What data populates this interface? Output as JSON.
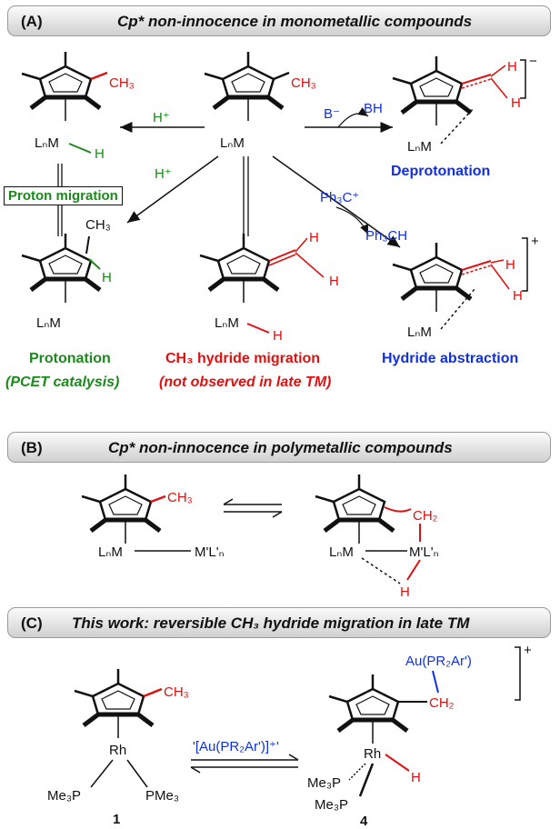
{
  "panelA": {
    "label": "(A)",
    "title": "Cp* non-innocence in monometallic compounds",
    "reagents": {
      "h_plus_1": "H⁺",
      "h_plus_2": "H⁺",
      "base": "B⁻",
      "bh": "BH",
      "trityl": "Ph₃C⁺",
      "trityl_h": "Ph₃CH"
    },
    "atoms": {
      "ch3": "CH₃",
      "h": "H",
      "lnm": "LₙM"
    },
    "proton_migration": "Proton migration",
    "deprotonation": "Deprotonation",
    "protonation": "Protonation",
    "pcet": "(PCET catalysis)",
    "hydride_migration": "CH₃ hydride migration",
    "not_observed": "(not observed in late TM)",
    "hydride_abstraction": "Hydride abstraction",
    "charge_minus": "−",
    "charge_plus": "+"
  },
  "panelB": {
    "label": "(B)",
    "title": "Cp* non-innocence in polymetallic compounds",
    "atoms": {
      "ch3": "CH₃",
      "ch2": "CH₂",
      "lnm": "LₙM",
      "m_prime": "M'L'ₙ",
      "h": "H"
    }
  },
  "panelC": {
    "label": "(C)",
    "title": "This work: reversible CH₃ hydride migration in late TM",
    "reagent": "'[Au(PR₂Ar')]⁺'",
    "atoms": {
      "ch3": "CH₃",
      "ch2": "CH₂",
      "rh": "Rh",
      "pme3": "PMe₃",
      "me3p": "Me₃P",
      "au": "Au(PR₂Ar')",
      "h": "H"
    },
    "compound_1": "1",
    "compound_4": "4",
    "charge_plus": "+"
  },
  "colors": {
    "green": "#1a8a1a",
    "red": "#e01010",
    "blue": "#1030e0",
    "black": "#111111"
  }
}
